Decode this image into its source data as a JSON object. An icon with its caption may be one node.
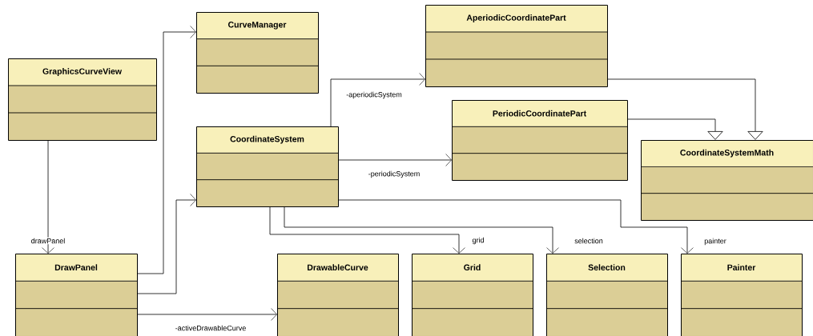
{
  "diagram": {
    "nodes": [
      {
        "text": [
          "GraphicsCurveView"
        ]
      },
      {
        "text": [
          "CurveManager"
        ]
      },
      {
        "text": [
          "AperiodicCoordinatePart"
        ]
      },
      {
        "text": [
          "CoordinateSystem"
        ]
      },
      {
        "text": [
          "PeriodicCoordinatePart"
        ]
      },
      {
        "text": [
          "CoordinateSystemMath"
        ]
      },
      {
        "text": [
          "DrawPanel"
        ]
      },
      {
        "text": [
          "DrawableCurve"
        ]
      },
      {
        "text": [
          "Grid"
        ]
      },
      {
        "text": [
          "Selection"
        ]
      },
      {
        "text": [
          "Painter"
        ]
      }
    ],
    "edges": [
      {
        "from": 0,
        "to": 6,
        "arrow": "to",
        "label": "drawPanel"
      },
      {
        "from": 6,
        "to": 1,
        "arrow": "to"
      },
      {
        "from": 6,
        "to": 3,
        "arrow": "to"
      },
      {
        "from": 6,
        "to": 7,
        "arrow": "to",
        "label": "-activeDrawableCurve"
      },
      {
        "from": 3,
        "to": 2,
        "arrow": "to",
        "label": "-aperiodicSystem"
      },
      {
        "from": 3,
        "to": 4,
        "arrow": "to",
        "label": "-periodicSystem"
      },
      {
        "from": 3,
        "to": 8,
        "arrow": "to",
        "label": "grid"
      },
      {
        "from": 3,
        "to": 9,
        "arrow": "to",
        "label": "selection"
      },
      {
        "from": 3,
        "to": 10,
        "arrow": "to",
        "label": "painter"
      },
      {
        "from": 2,
        "to": 5,
        "arrow": "to"
      },
      {
        "from": 4,
        "to": 5,
        "arrow": "to"
      }
    ]
  }
}
